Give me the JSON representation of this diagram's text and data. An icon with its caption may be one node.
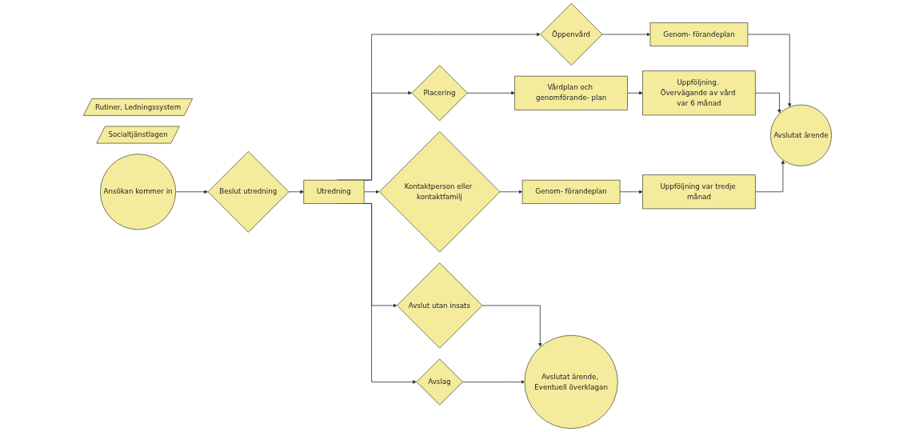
{
  "diagram": {
    "nodes": [
      {
        "text": [
          "Rutiner, Ledningssystem"
        ]
      },
      {
        "text": [
          "Socialtjänstlagen"
        ]
      },
      {
        "text": [
          "Ansökan kommer in"
        ]
      },
      {
        "text": [
          "Beslut utredning"
        ]
      },
      {
        "text": [
          "Utredning"
        ]
      },
      {
        "text": [
          "Öppenvård"
        ]
      },
      {
        "text": [
          "Placering"
        ]
      },
      {
        "text": [
          "Kontaktperson eller kontaktfamilj"
        ]
      },
      {
        "text": [
          "Avslut utan insats"
        ]
      },
      {
        "text": [
          "Avslag"
        ]
      },
      {
        "text": [
          "Genom- förandeplan"
        ]
      },
      {
        "text": [
          "Vårdplan och genomförande- plan"
        ]
      },
      {
        "text": [
          "Uppföljning. Övervägande av vård var 6 månad"
        ]
      },
      {
        "text": [
          "Genom- förandeplan"
        ]
      },
      {
        "text": [
          "Uppföljning var tredje månad"
        ]
      },
      {
        "text": [
          "Avslutat ärende"
        ]
      },
      {
        "text": [
          "Avslutat ärende, Eventuell överklagan"
        ]
      }
    ],
    "edges": [
      {
        "from": 2,
        "to": 3,
        "arrow": "to"
      },
      {
        "from": 3,
        "to": 4,
        "arrow": "to"
      },
      {
        "from": 4,
        "to": 5,
        "arrow": "to"
      },
      {
        "from": 4,
        "to": 6,
        "arrow": "to"
      },
      {
        "from": 4,
        "to": 7,
        "arrow": "to"
      },
      {
        "from": 4,
        "to": 8,
        "arrow": "to"
      },
      {
        "from": 4,
        "to": 9,
        "arrow": "to"
      },
      {
        "from": 5,
        "to": 10,
        "arrow": "to"
      },
      {
        "from": 6,
        "to": 11,
        "arrow": "to"
      },
      {
        "from": 11,
        "to": 12,
        "arrow": "to"
      },
      {
        "from": 7,
        "to": 13,
        "arrow": "to"
      },
      {
        "from": 13,
        "to": 14,
        "arrow": "to"
      },
      {
        "from": 10,
        "to": 15,
        "arrow": "to"
      },
      {
        "from": 12,
        "to": 15,
        "arrow": "to"
      },
      {
        "from": 14,
        "to": 15,
        "arrow": "to"
      },
      {
        "from": 8,
        "to": 16,
        "arrow": "to"
      },
      {
        "from": 9,
        "to": 16,
        "arrow": "to"
      }
    ]
  }
}
